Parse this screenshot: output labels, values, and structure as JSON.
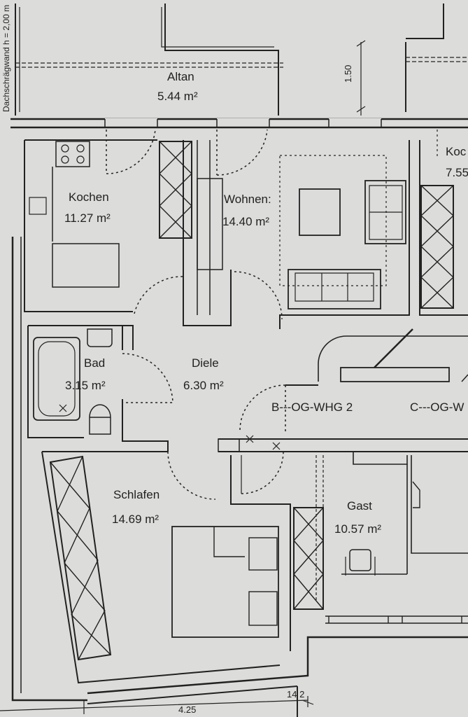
{
  "plan": {
    "side_note": "Dachschrägwand h = 2,00 m",
    "dim_top": "1.50",
    "dim_bottom": "4.25",
    "dim_bottom_right": "14 2",
    "units": [
      {
        "label": "B---OG-WHG 2"
      },
      {
        "label": "C---OG-W"
      }
    ]
  },
  "rooms": {
    "altan": {
      "name": "Altan",
      "area": "5.44 m²"
    },
    "kochen": {
      "name": "Kochen",
      "area": "11.27 m²"
    },
    "wohnen": {
      "name": "Wohnen:",
      "area": "14.40 m²"
    },
    "koc": {
      "name": "Koc",
      "area": "7.55"
    },
    "bad": {
      "name": "Bad",
      "area": "3.15 m²"
    },
    "diele": {
      "name": "Diele",
      "area": "6.30 m²"
    },
    "schlafen": {
      "name": "Schlafen",
      "area": "14.69 m²"
    },
    "gast": {
      "name": "Gast",
      "area": "10.57 m²"
    }
  }
}
